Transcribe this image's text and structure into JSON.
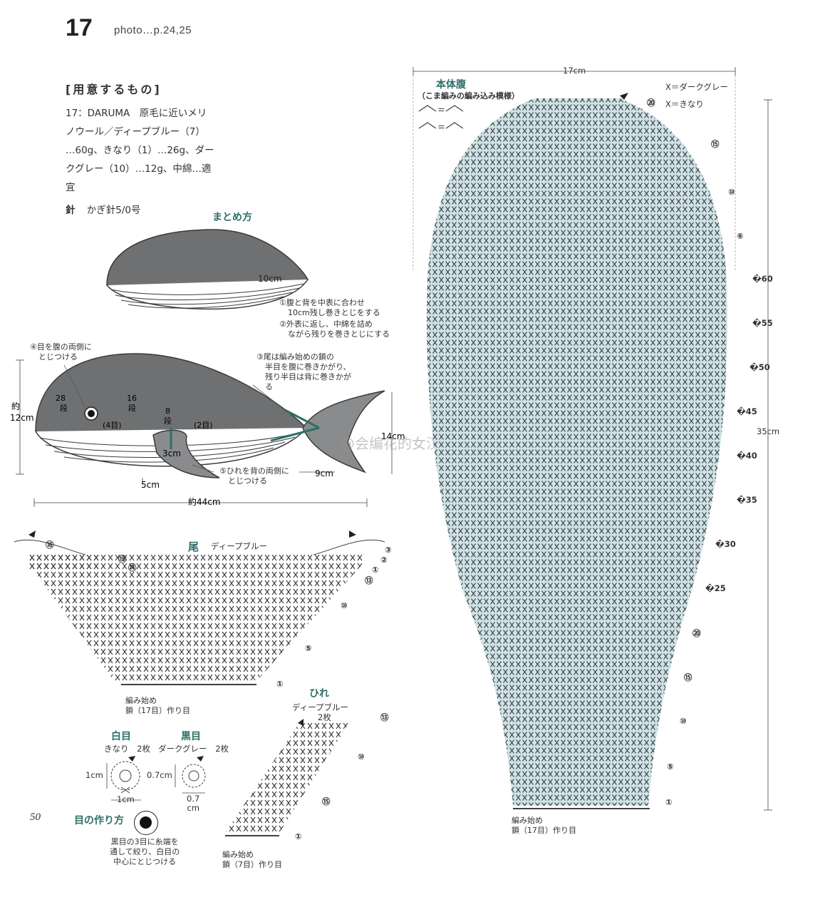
{
  "header": {
    "page_number": "17",
    "photo_ref": "photo…p.24,25"
  },
  "materials": {
    "heading": "[用意するもの]",
    "lines": [
      "17：DARUMA　原毛に近いメリ",
      "ノウール／ディープブルー（7）",
      "…60g、きなり（1）…26g、ダー",
      "クグレー（10）…12g、中綿…適",
      "宜"
    ],
    "needle_label": "針",
    "needle_value": "かぎ針5/0号"
  },
  "assembly": {
    "title": "まとめ方",
    "top_dim": "10cm",
    "note_1": [
      "①腹と背を中表に合わせ",
      "10cm残し巻きとじをする"
    ],
    "note_2": [
      "②外表に返し、中綿を詰め",
      "ながら残りを巻きとじにする"
    ],
    "note_3": [
      "③尾は編み始めの鎖の",
      "半目を腹に巻きかがり、",
      "残り半目は背に巻きかが",
      "る"
    ],
    "note_4": [
      "④目を腹の両側に",
      "とじつける"
    ],
    "note_5": [
      "⑤ひれを背の両側に",
      "とじつける"
    ],
    "height_a": "約",
    "height_b": "12cm",
    "rows_28": [
      "28",
      "段"
    ],
    "rows_16": [
      "16",
      "段"
    ],
    "rows_8": [
      "8",
      "段"
    ],
    "st_4": "(4目)",
    "st_2": "(2目)",
    "dim_3cm": "3cm",
    "dim_5cm": "5cm",
    "dim_9cm": "9cm",
    "dim_14cm": "14cm",
    "width": "約44cm",
    "watermark": "@会编花的女汉子"
  },
  "tail": {
    "title": "尾",
    "color": "ディープブルー",
    "rows": [
      "⑯",
      "⑮",
      "⑭",
      "⑬",
      "⑩",
      "⑤",
      "①",
      "③",
      "②",
      "①"
    ],
    "start": [
      "編み始め",
      "鎖（17目）作り目"
    ]
  },
  "fin": {
    "title": "ひれ",
    "color": "ディープブルー",
    "count": "2枚",
    "rows": [
      "⑬",
      "⑩",
      "⑮",
      "①"
    ],
    "start": [
      "編み始め",
      "鎖（7目）作り目"
    ]
  },
  "eyes": {
    "white_title": "白目",
    "white_color": "きなり",
    "white_count": "2枚",
    "white_dim_h": "1cm",
    "white_dim_w": "1cm",
    "black_title": "黒目",
    "black_color": "ダークグレー",
    "black_count": "2枚",
    "black_dim_h": "0.7cm",
    "black_dim_w": [
      "0.7",
      "cm"
    ],
    "how_title": "目の作り方",
    "how_text": [
      "黒目の3目に糸端を",
      "通して絞り、白目の",
      "中心にとじつける"
    ]
  },
  "body": {
    "title": "本体腹",
    "subtitle": "（こま編みの編み込み模様）",
    "legend_1": "X＝ダークグレー",
    "legend_2": "X＝きなり",
    "width": "17cm",
    "height": "35cm",
    "rows": [
      "⑳",
      "⑮",
      "⑩",
      "⑥",
      "�60",
      "�55",
      "�50",
      "�45",
      "�40",
      "�35",
      "�30",
      "�25",
      "⑳",
      "⑮",
      "⑩",
      "⑤",
      "①"
    ],
    "start": [
      "編み始め",
      "鎖（17目）作り目"
    ]
  },
  "footer": {
    "folio": "50"
  },
  "colors": {
    "accent": "#2e6f68",
    "whale_gray": "#6f7072",
    "body_fill": "#cfe3e8",
    "x_gray": "#3e3f41"
  }
}
